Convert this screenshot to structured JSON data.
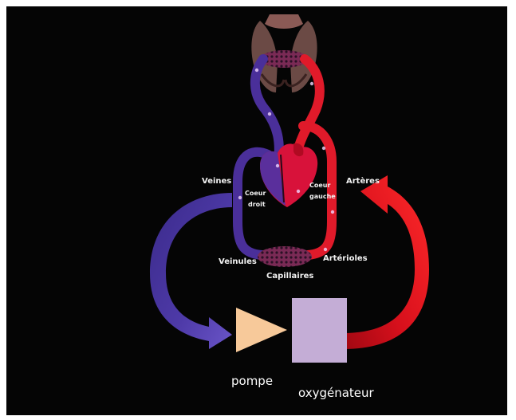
{
  "labels": {
    "veines": "Veines",
    "arteres": "Artères",
    "coeur_droit_1": "Coeur",
    "coeur_droit_2": "droit",
    "coeur_gauche_1": "Coeur",
    "coeur_gauche_2": "gauche",
    "veinules": "Veinules",
    "arterioles": "Artérioles",
    "capillaires": "Capillaires",
    "pompe": "pompe",
    "oxygenateur": "oxygénateur"
  },
  "colors": {
    "venous": "#4a2f9a",
    "arterial": "#e01a2a",
    "pump": "#f7c99a",
    "oxygenator": "#c4add6",
    "background": "#050505"
  }
}
